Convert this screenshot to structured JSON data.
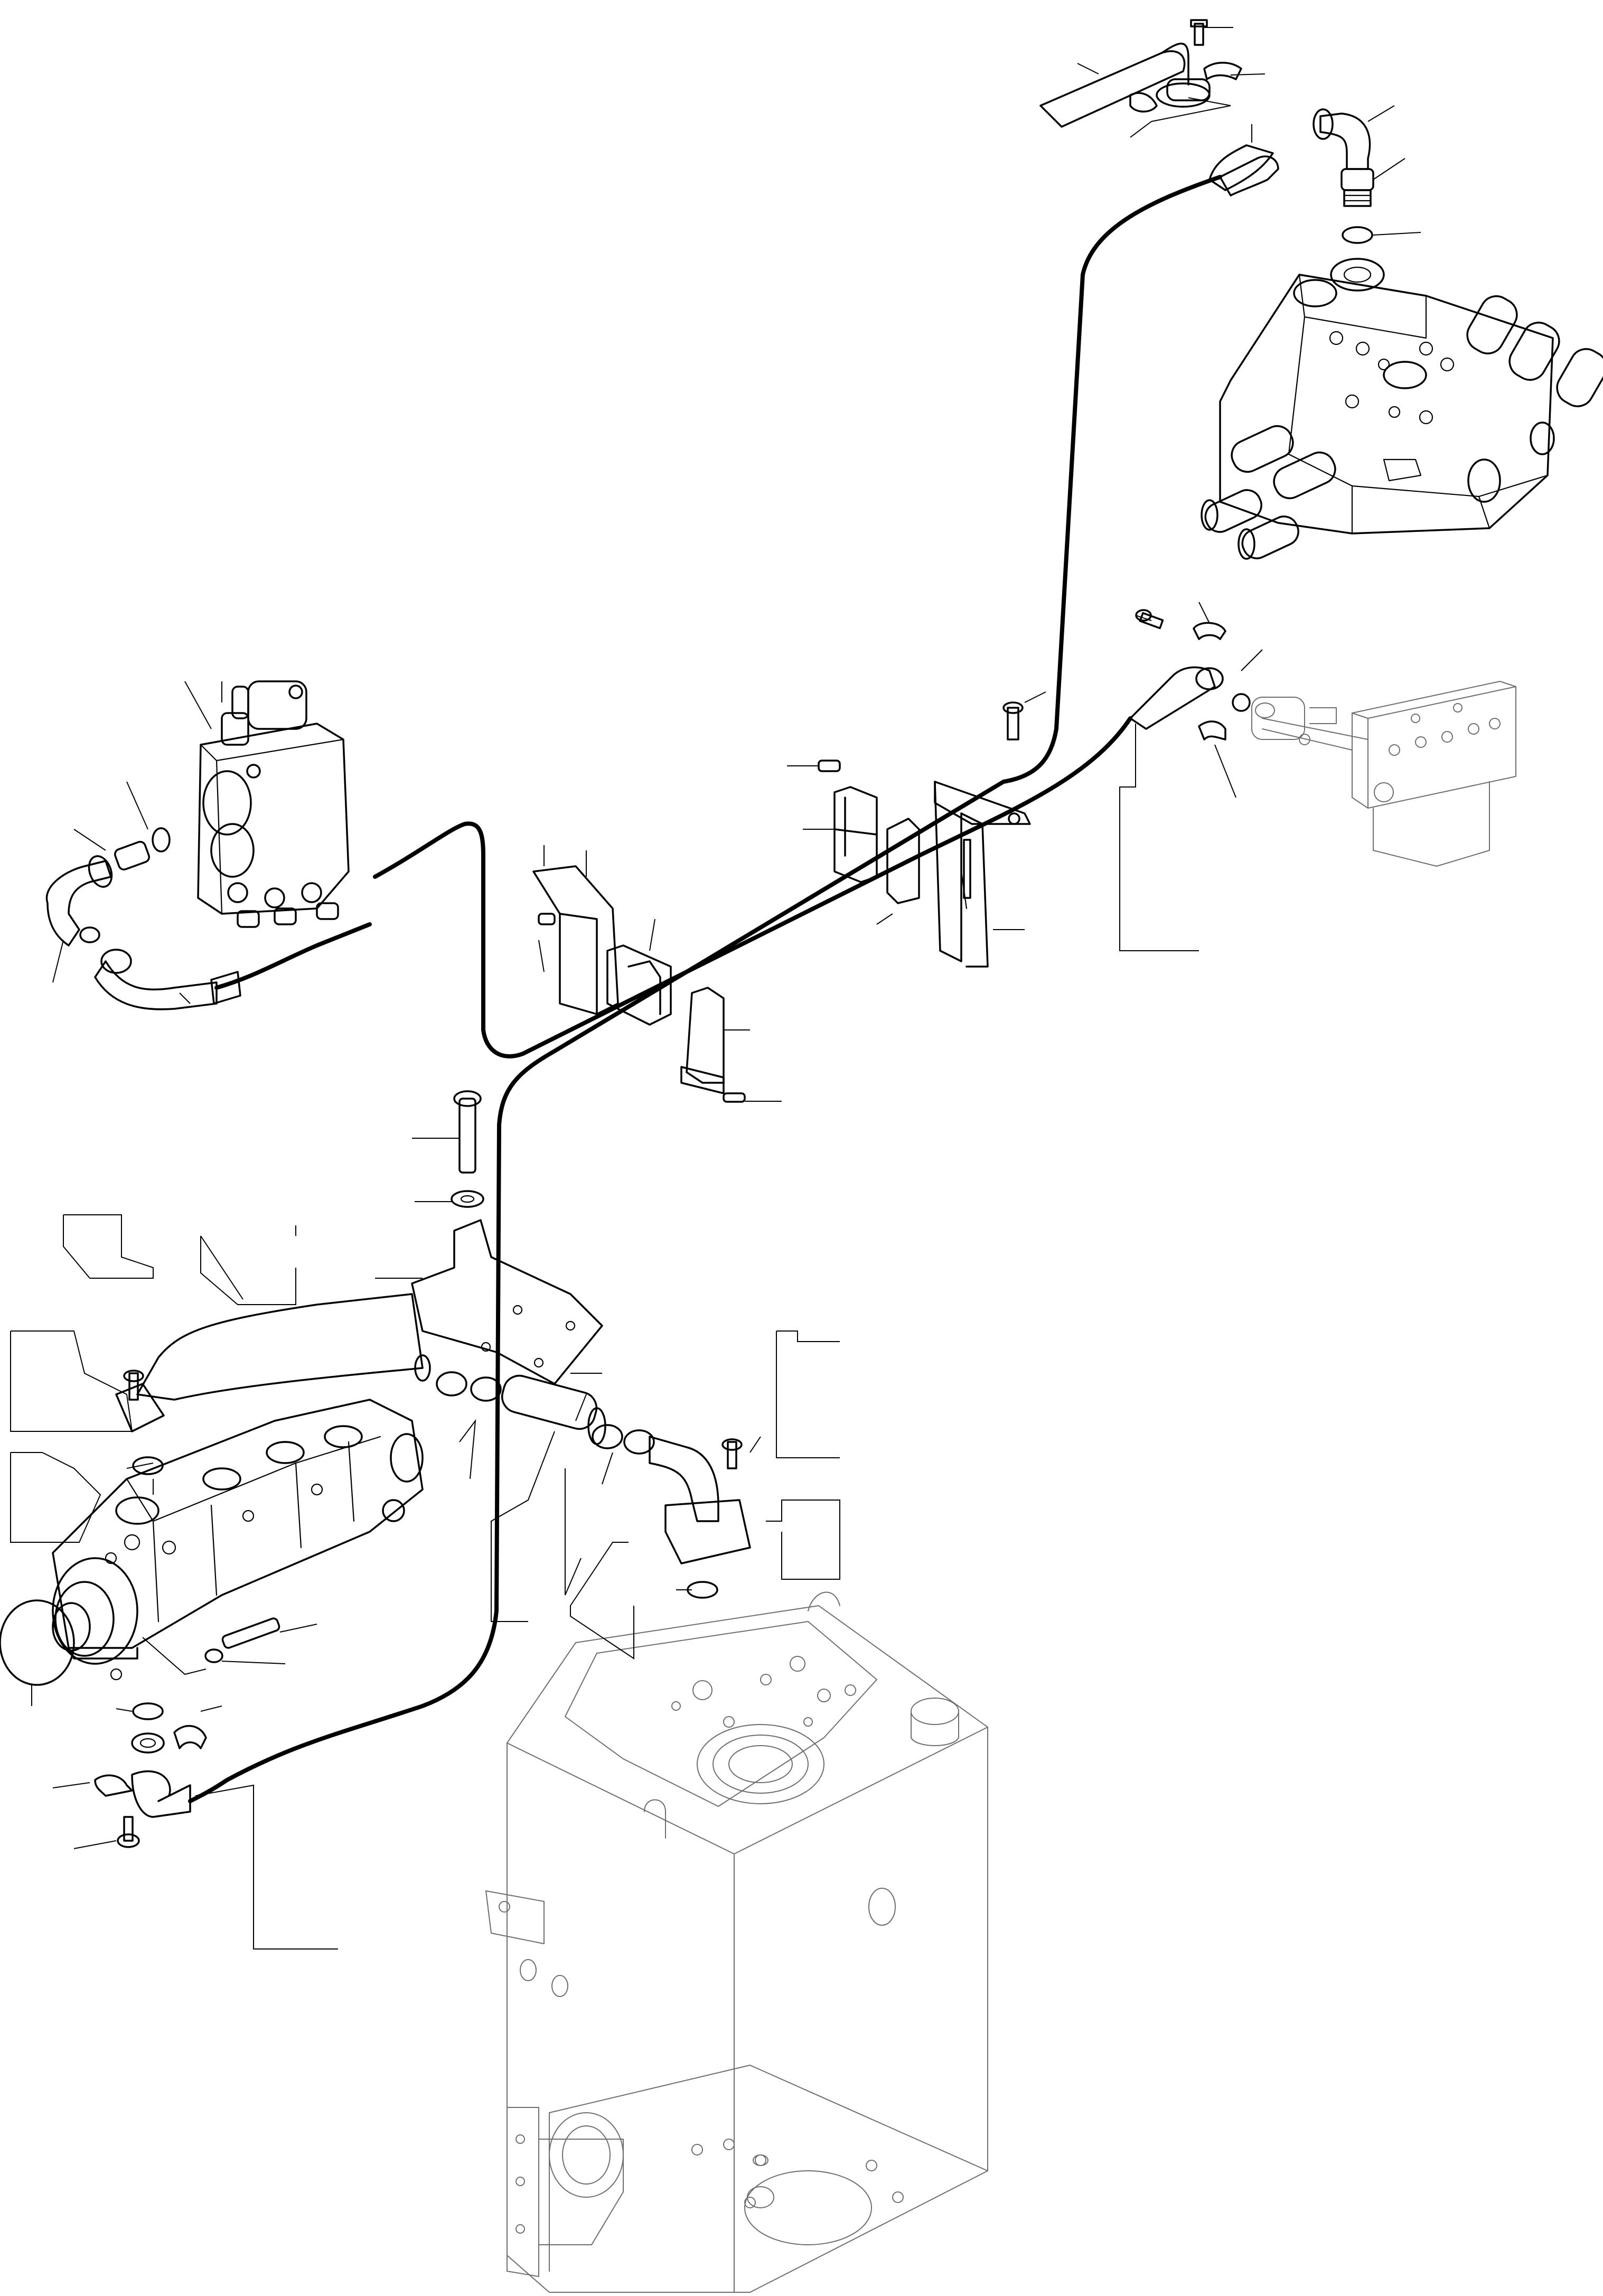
{
  "diagram": {
    "components": [
      {
        "name": "control-valve"
      },
      {
        "name": "priority-valve"
      },
      {
        "name": "solenoid-valve-block"
      },
      {
        "name": "tandem-gear-pump"
      },
      {
        "name": "hydraulic-tank"
      },
      {
        "name": "pressure-hose-main"
      },
      {
        "name": "pressure-hose-pilot"
      },
      {
        "name": "suction-pipe"
      },
      {
        "name": "hose-clamp-bracket"
      }
    ]
  }
}
